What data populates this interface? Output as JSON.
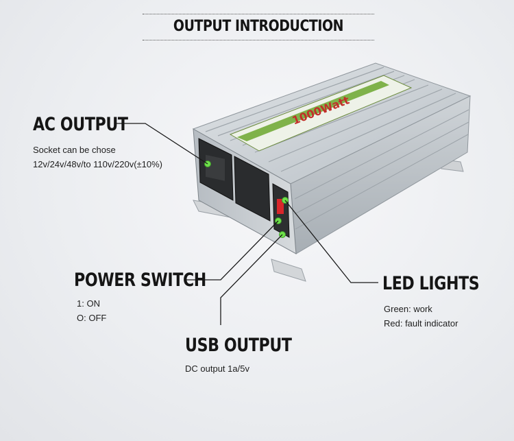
{
  "title": "OUTPUT INTRODUCTION",
  "callouts": {
    "ac_output": {
      "heading": "AC OUTPUT",
      "lines": [
        "Socket can be chose",
        "12v/24v/48v/to 110v/220v(±10%)"
      ]
    },
    "power_switch": {
      "heading": "POWER SWITCH",
      "lines": [
        "1: ON",
        "O: OFF"
      ]
    },
    "usb_output": {
      "heading": "USB OUTPUT",
      "lines": [
        "DC output 1a/5v"
      ]
    },
    "led_lights": {
      "heading": "LED LIGHTS",
      "lines": [
        "Green: work",
        "Red: fault indicator"
      ]
    }
  },
  "product": {
    "label": "1000Watt"
  },
  "colors": {
    "indicator_dot": "#6ee04a",
    "leader_line": "#1a1a1a",
    "housing": "#c9cfd4"
  }
}
